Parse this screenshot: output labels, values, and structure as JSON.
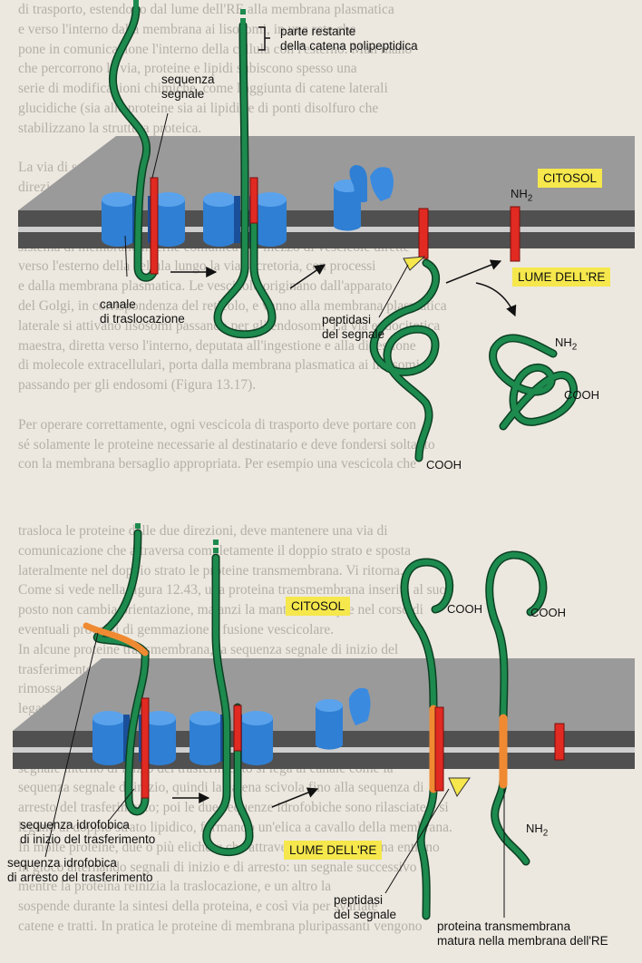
{
  "background_text_upper": "di trasporto, estendono dal lume dell'RE alla membrana plasmatica\ne verso l'interno dalla membrana ai lisosomi, in una rete che\npone in comunicazione l'interno della cellula con l'esterno. Man mano\nche percorrono la via, proteine e lipidi subiscono spesso una\nserie di modificazioni chimiche, come l'aggiunta di catene laterali\nglucidiche (sia alle proteine sia ai lipidi) e di ponti disolfuro che\nstabilizzano la struttura proteica.\n\nLa via di secrezione e la via di endocitosi sono percorse in\ndirezioni opposte.\n\n[33] Il traffico di vescicole nelle vie secretorie e endocitotiche. Il\nsistema di membrane interne comunica per mezzo di vescicole dirette\nverso l'esterno della cellula lungo la via secretoria, con processi\ne dalla membrana plasmatica. Le vescicole originano dall'apparato\ndel Golgi, in corrispondenza del reticolo, e vanno alla membrana plasmatica\nlaterale si attivano lisosomi passando per gli endosomi. La via endocitotica\nmaestra, diretta verso l'interno, deputata all'ingestione e alla digestione\ndi molecole extracellulari, porta dalla membrana plasmatica ai lisosomi,\npassando per gli endosomi (Figura 13.17).\n\n      Per operare correttamente, ogni vescicola di trasporto deve portare con\nsé solamente le proteine necessarie al destinatario e deve fondersi soltanto\ncon la membrana bersaglio appropriata. Per esempio una vescicola che",
  "background_text_lower": "trasloca le proteine dalle due direzioni, deve mantenere una via di\ncomunicazione che attraversa completamente il doppio strato e sposta\nlateralmente nel doppio strato le proteine transmembrana. Vi ritorna.\nCome si vede nella figura 12.43, una proteina transmembrana inserita al suo\nposto non cambia orientazione, ma anzi la mantiene sempre nel corso di\neventuali processi di gemmazione e fusione vescicolare.\n      In alcune proteine transmembrana, la sequenza segnale di inizio del\ntrasferimento è interna e non all'estremità N-terminale; essa non viene\nrimossa. Ad essa si aggiunge il segnale di arresto del trasferimento, e viene\nlegata alla proteina come ponte dopo la traslocazione, così che la sequenza\nsegnale diventa la porzione della proteina che attraversa la membrana.\nLe proteine con questa disposizione si trovano legate al doppio strato lipidico\nsegnale interno di inizio del trasferimento si lega al canale come la\nsequenza segnale di inizio, quindi la catena scivola fino alla sequenza di\narresto del trasferimento; poi le due sequenze idrofobiche sono rilasciate e si\nlegano al doppio strato lipidico, formando un'elica a cavallo della membrana.\nIn molte proteine, due o più eliche α che attraversano la membrana entrano\nin gioco alternando segnali di inizio e di arresto: un segnale successivo\nmentre la proteina reinizia la traslocazione, e un altro la\nsospende durante la sintesi della proteina, e così via per svariate\ncatene e tratti. In pratica le proteine di membrana pluripassanti vengono",
  "top": {
    "labels": {
      "remaining_chain": "parte restante\ndella catena polipeptidica",
      "signal_sequence": "sequenza\nsegnale",
      "translocation_channel": "canale\ndi traslocazione",
      "signal_peptidase": "peptidasi\ndel segnale",
      "nh2_membrane": "NH",
      "nh2_free": "NH",
      "cooh_free_right": "COOH",
      "cooh_free_bottom": "COOH"
    },
    "tags": {
      "cytosol": "CITOSOL",
      "er_lumen": "LUME DELL'RE"
    }
  },
  "bottom": {
    "labels": {
      "start_transfer": "sequenza idrofobica\ndi inizio del trasferimento",
      "stop_transfer": "sequenza idrofobica\ndi arresto del trasferimento",
      "signal_peptidase": "peptidasi\ndel segnale",
      "mature_protein": "proteina transmembrana\nmatura nella membrana dell'RE",
      "cooh_left": "COOH",
      "cooh_right": "COOH",
      "nh2": "NH"
    },
    "tags": {
      "cytosol": "CITOSOL",
      "er_lumen": "LUME DELL'RE"
    }
  },
  "subscript_2": "2",
  "colors": {
    "chain": "#1d8a4e",
    "chain_outline": "#0c3f22",
    "channel": "#2f7fd4",
    "channel_dark": "#1a4f99",
    "signal": "#e02a22",
    "stop_transfer": "#f08a32",
    "membrane_top": "#9a9a9a",
    "membrane_side": "#505050",
    "tag": "#f5e74c"
  }
}
